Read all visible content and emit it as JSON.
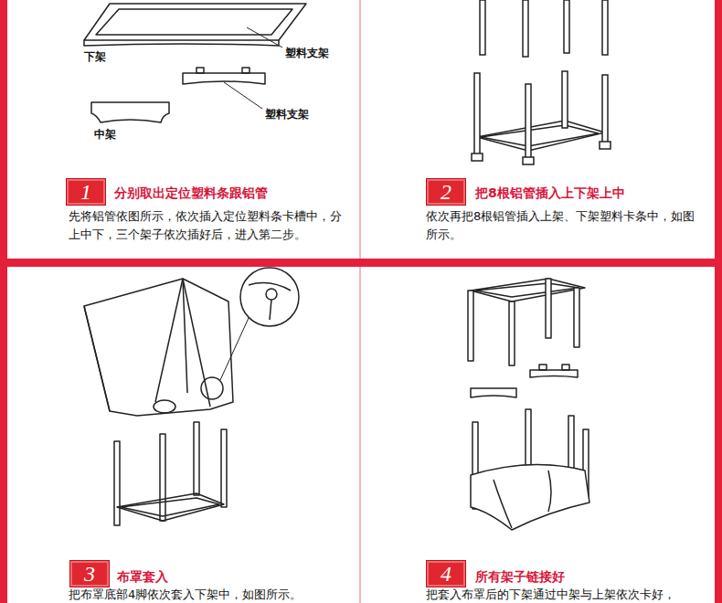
{
  "diagram": {
    "nodes": [
      {
        "text": [
          "1"
        ]
      },
      {
        "text": [
          "2"
        ]
      },
      {
        "text": [
          "3"
        ]
      },
      {
        "text": [
          "4"
        ]
      }
    ],
    "labels": [
      "下架",
      "塑料支架",
      "塑料支架",
      "中架",
      "分别取出定位塑料条跟铝管",
      "先将铝管依图所示，依次插入定位塑料条卡槽中，分上中下，三个架子依次插好后，进入第二步。",
      "把8根铝管插入上下架上中",
      "依次再把8根铝管插入上架、下架塑料卡条中，如图所示。",
      "布罩套入",
      "把布罩底部4脚依次套入下架中，如图所示。",
      "所有架子链接好",
      "把套入布罩后的下架通过中架与上架依次卡好，"
    ]
  }
}
